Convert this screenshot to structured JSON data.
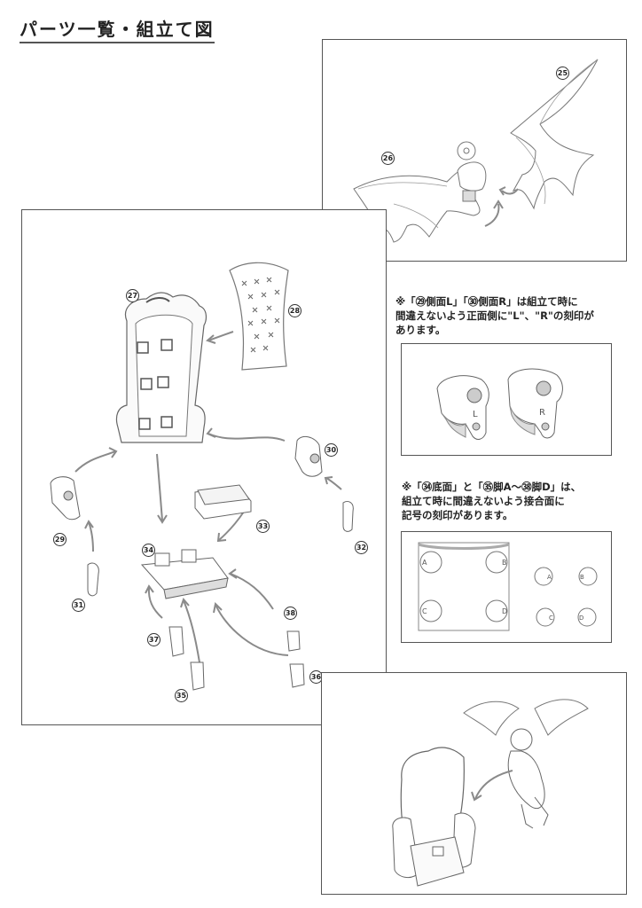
{
  "page": {
    "title": "パーツ一覧・組立て図"
  },
  "wings_panel": {
    "parts": [
      {
        "num": "25",
        "name": "right-wing"
      },
      {
        "num": "26",
        "name": "left-wing"
      }
    ]
  },
  "throne_panel": {
    "parts": [
      {
        "num": "27",
        "name": "throne-back-frame"
      },
      {
        "num": "28",
        "name": "throne-back-cushion"
      },
      {
        "num": "29",
        "name": "side-L"
      },
      {
        "num": "30",
        "name": "side-R"
      },
      {
        "num": "31",
        "name": "armrest-leg-L"
      },
      {
        "num": "32",
        "name": "armrest-leg-R"
      },
      {
        "num": "33",
        "name": "seat-cushion"
      },
      {
        "num": "34",
        "name": "base"
      },
      {
        "num": "35",
        "name": "leg-A"
      },
      {
        "num": "36",
        "name": "leg-B"
      },
      {
        "num": "37",
        "name": "leg-C"
      },
      {
        "num": "38",
        "name": "leg-D"
      }
    ]
  },
  "note_sides": {
    "lines": [
      "※「㉙側面L」「㉚側面R」は組立て時に",
      "間違えないよう正面側に\"L\"、\"R\"の刻印が",
      "あります。"
    ],
    "marks": [
      "L",
      "R"
    ]
  },
  "note_base": {
    "lines": [
      "※「㉞底面」と「㉟脚A～㊳脚D」は、",
      "組立て時に間違えないよう接合面に",
      "記号の刻印があります。"
    ],
    "base_marks": [
      "A",
      "B",
      "C",
      "D"
    ],
    "leg_marks": [
      "A",
      "B",
      "C",
      "D"
    ]
  },
  "completed_panel": {
    "caption": ""
  },
  "colors": {
    "border": "#555555",
    "arrow": "#8a8a8a",
    "line": "#666666"
  }
}
